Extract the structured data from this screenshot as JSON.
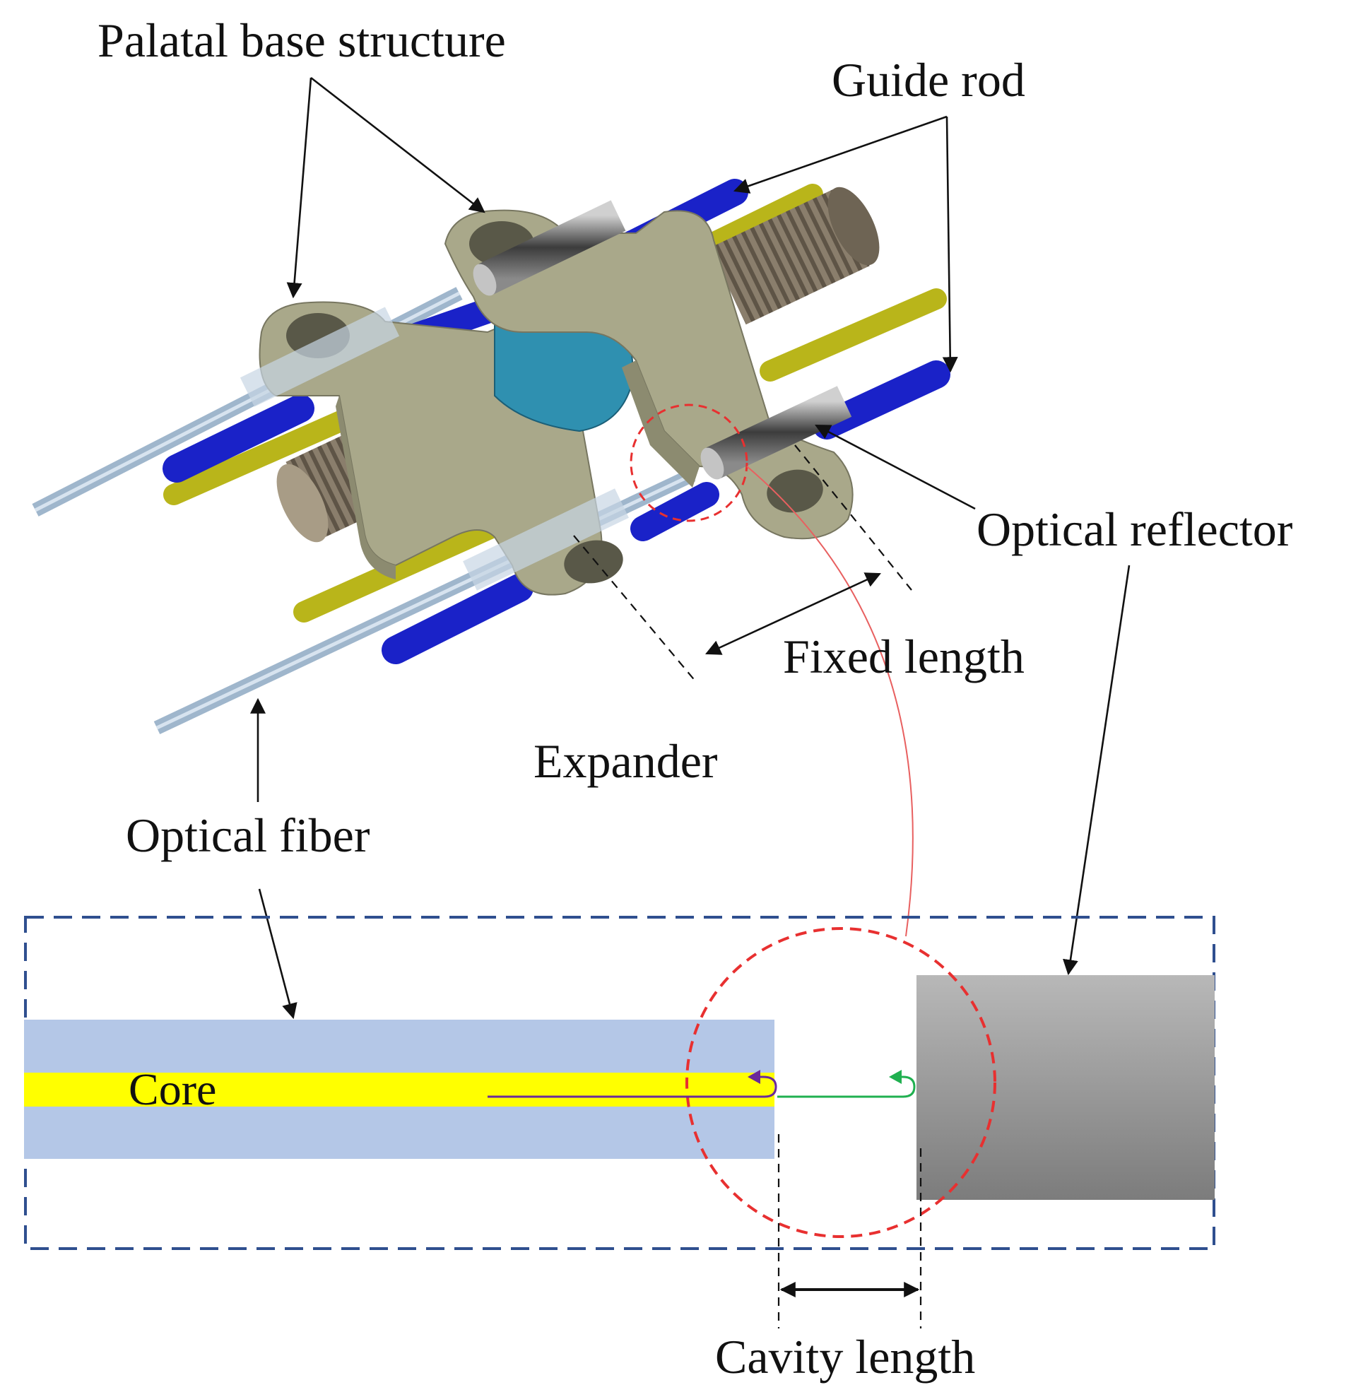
{
  "labels": {
    "palatal_base": "Palatal base structure",
    "guide_rod": "Guide rod",
    "optical_reflector": "Optical reflector",
    "fixed_length": "Fixed length",
    "expander": "Expander",
    "optical_fiber": "Optical fiber",
    "core": "Core",
    "cavity_length": "Cavity length"
  },
  "colors": {
    "base": "#a9a88a",
    "base_dark": "#8c8b70",
    "guide_rod": "#1a22c8",
    "yellow_rod": "#b9b51a",
    "reflector": "#6e6e6e",
    "screw": "#8a7e6c",
    "expander": "#2f90b0",
    "fiber": "#a9c0d6",
    "fiber_clad": "#b4c7e7",
    "core": "#ffff00",
    "dashed_box": "#2f4f8f",
    "red_circle": "#e83030",
    "purple_arrow": "#6a2a9a",
    "green_arrow": "#20b050"
  }
}
